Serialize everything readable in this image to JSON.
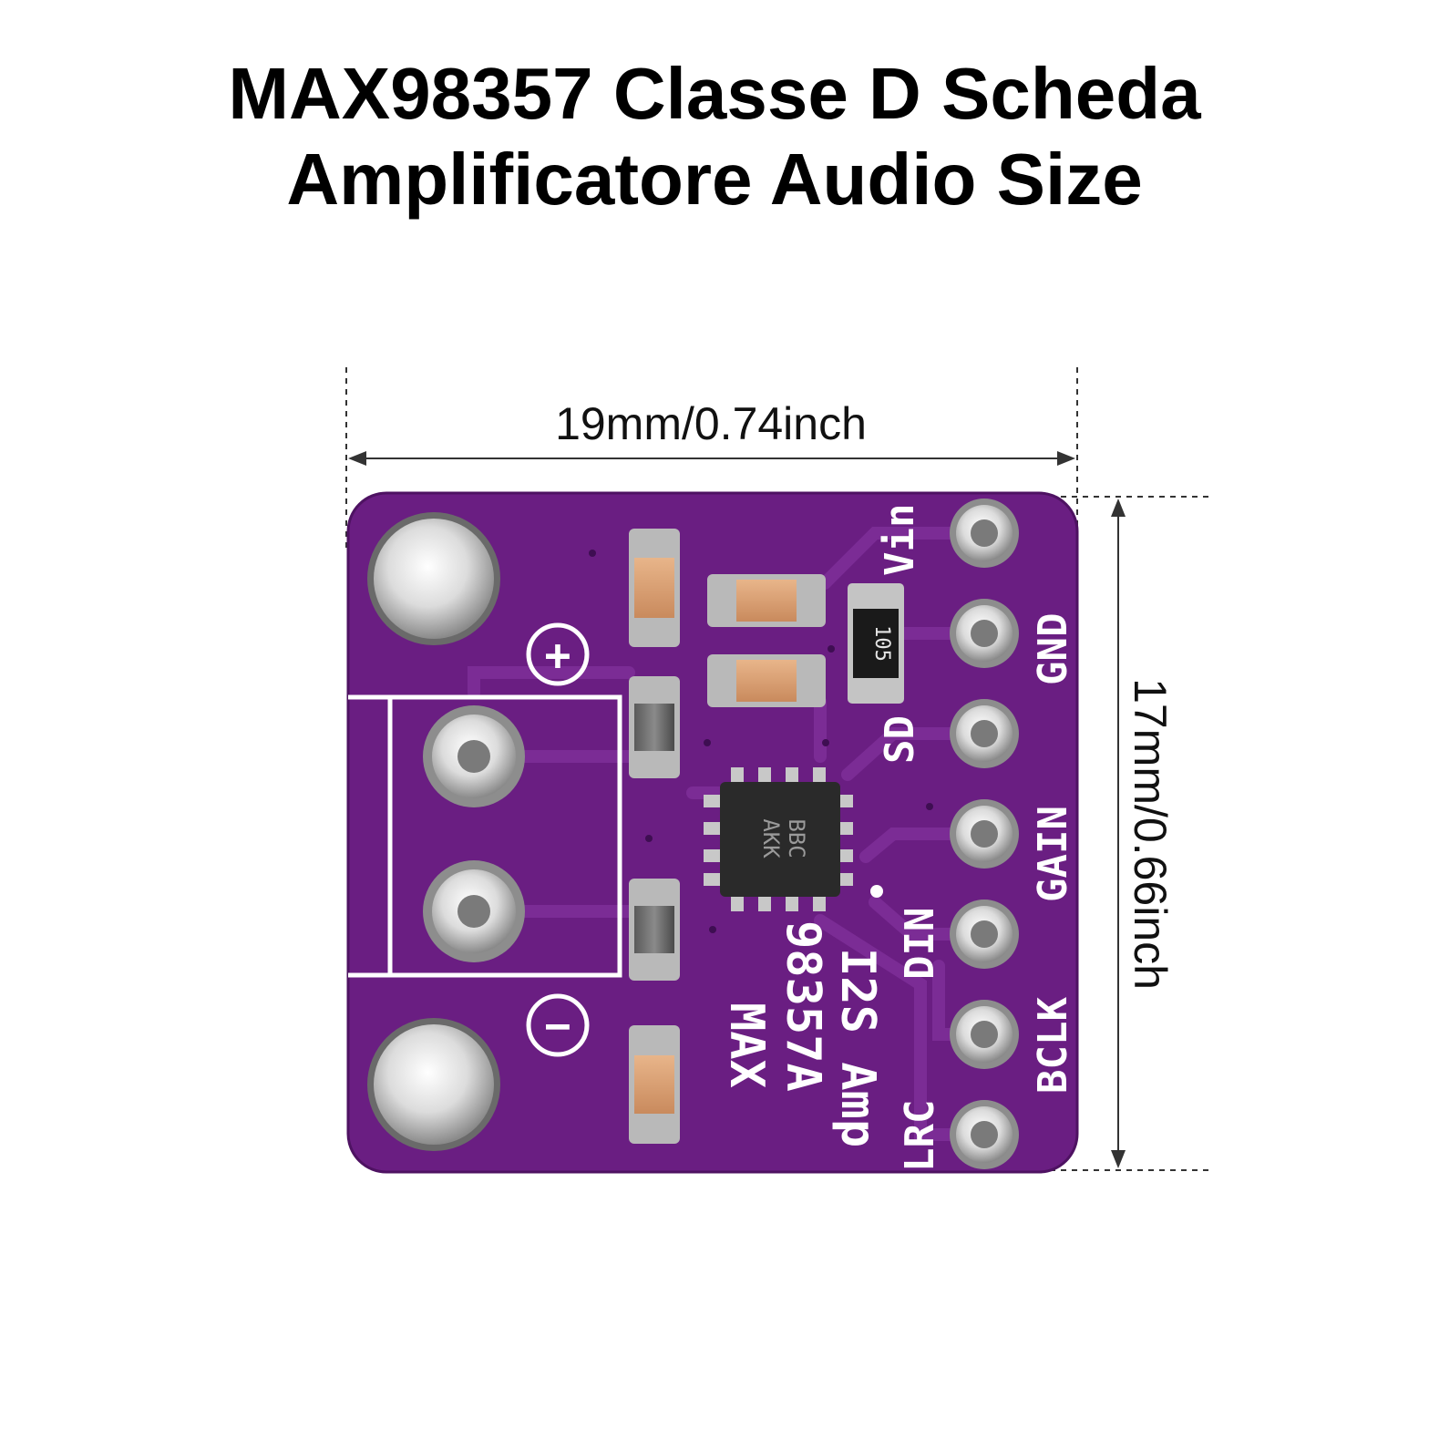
{
  "title_line1": "MAX98357 Classe D Scheda",
  "title_line2": "Amplificatore Audio Size",
  "dimensions": {
    "width_label": "19mm/0.74inch",
    "height_label": "17mm/0.66inch"
  },
  "board": {
    "color": "#6a1e82",
    "pin_labels": [
      "Vin",
      "GND",
      "SD",
      "GAIN",
      "DIN",
      "BCLK",
      "LRC"
    ],
    "silkscreen_lines": [
      "MAX",
      "98357A",
      "I2S Amp"
    ],
    "chip_marking": [
      "AKK",
      "BBC"
    ],
    "resistor_marking": "105",
    "terminal_plus": "+",
    "terminal_minus": "−"
  }
}
